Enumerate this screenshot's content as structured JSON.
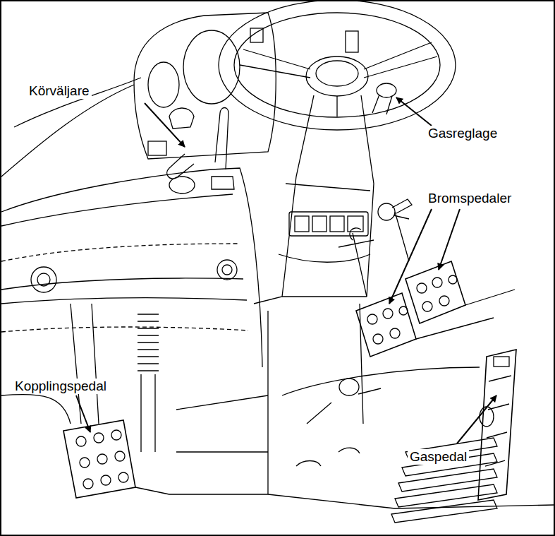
{
  "diagram": {
    "labels": [
      "Körväljare",
      "Gasreglage",
      "Bromspedaler",
      "Kopplingspedal",
      "Gaspedal"
    ]
  }
}
